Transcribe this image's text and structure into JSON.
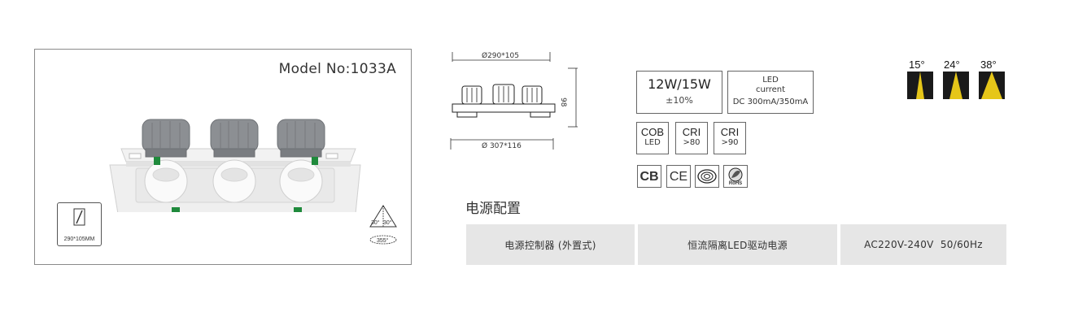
{
  "product": {
    "model_label": "Model No:1033A",
    "cutout_label": "290*105MM",
    "beam_angles_icon": {
      "left": "30°",
      "right": "30°",
      "rotation": "355°"
    }
  },
  "dimensions": {
    "top_dimension": "Ø290*105",
    "bottom_dimension": "Ø 307*116",
    "height_dimension": "98"
  },
  "specs": {
    "power": {
      "main": "12W/15W",
      "tolerance": "±10%"
    },
    "led_current": {
      "line1": "LED",
      "line2": "current",
      "line3": "DC 300mA/350mA"
    },
    "cob": {
      "line1": "COB",
      "line2": "LED"
    },
    "cri_80": {
      "line1": "CRI",
      "line2": ">80"
    },
    "cri_90": {
      "line1": "CRI",
      "line2": ">90"
    },
    "certifications": [
      "CB",
      "CE",
      "CCC",
      "RoHS"
    ]
  },
  "beam_options": [
    "15°",
    "24°",
    "38°"
  ],
  "power_supply": {
    "title": "电源配置",
    "cells": [
      "电源控制器 (外置式)",
      "恒流隔离LED驱动电源",
      "AC220V-240V  50/60Hz"
    ]
  },
  "colors": {
    "beam_yellow": "#e6c619",
    "beam_bg": "#1a1a1a",
    "table_bg": "#e6e6e6"
  }
}
